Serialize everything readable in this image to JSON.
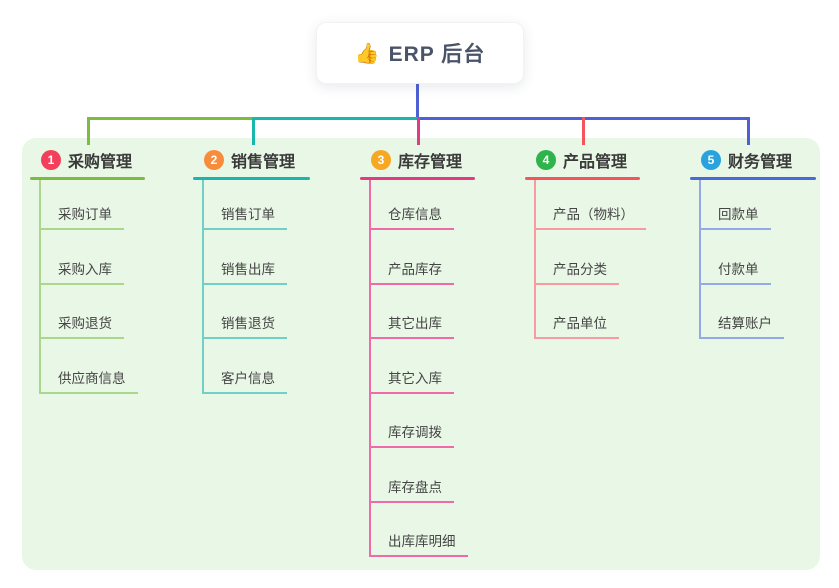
{
  "root": {
    "emoji": "👍",
    "label": "ERP 后台"
  },
  "colors": {
    "line_blue": "#4e60d3",
    "board_bg": "#e9f7e6"
  },
  "branches": [
    {
      "badge": "1",
      "label": "采购管理",
      "color": "#7cbd40",
      "child_color": "#abd78c",
      "badge_color": "#f43f5a",
      "children": [
        "采购订单",
        "采购入库",
        "采购退货",
        "供应商信息"
      ]
    },
    {
      "badge": "2",
      "label": "销售管理",
      "color": "#17b8ab",
      "child_color": "#72cfc6",
      "badge_color": "#f78d3c",
      "children": [
        "销售订单",
        "销售出库",
        "销售退货",
        "客户信息"
      ]
    },
    {
      "badge": "3",
      "label": "库存管理",
      "color": "#e23a85",
      "child_color": "#ef6aa8",
      "badge_color": "#f7a823",
      "children": [
        "仓库信息",
        "产品库存",
        "其它出库",
        "其它入库",
        "库存调拨",
        "库存盘点",
        "出库库明细"
      ]
    },
    {
      "badge": "4",
      "label": "产品管理",
      "color": "#f4555c",
      "child_color": "#f79ba0",
      "badge_color": "#2fb34b",
      "children": [
        "产品（物料）",
        "产品分类",
        "产品单位"
      ]
    },
    {
      "badge": "5",
      "label": "财务管理",
      "color": "#4a68d8",
      "child_color": "#93a9e8",
      "badge_color": "#29a3dd",
      "children": [
        "回款单",
        "付款单",
        "结算账户"
      ]
    }
  ]
}
